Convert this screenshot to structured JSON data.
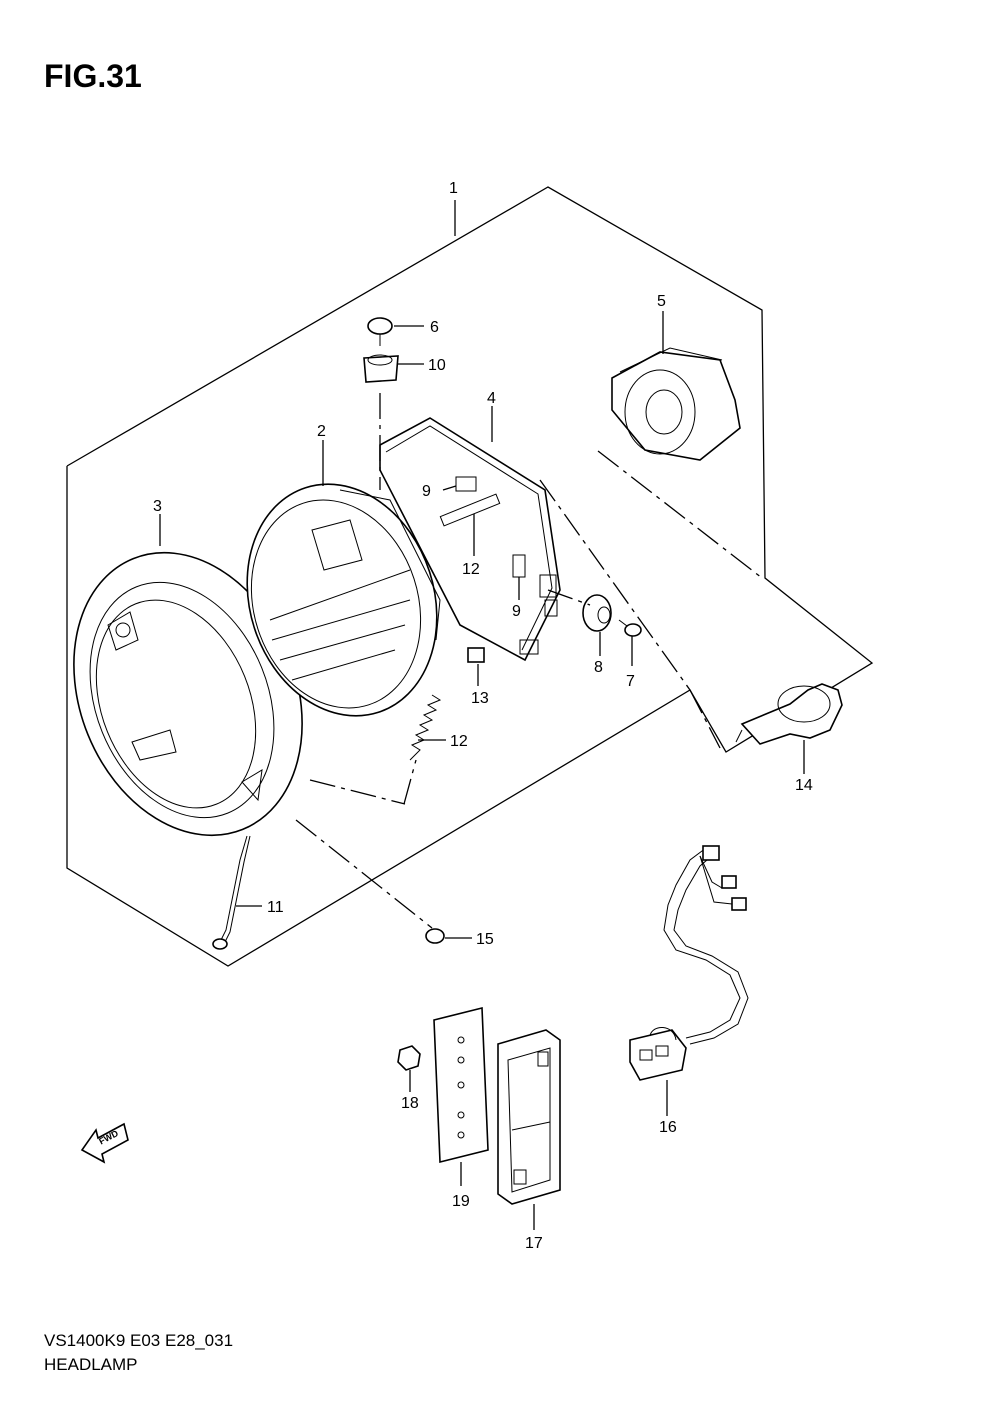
{
  "figure": {
    "title": "FIG.31"
  },
  "footer": {
    "code": "VS1400K9  E03  E28_031",
    "name": "HEADLAMP"
  },
  "fwd_badge": "FWD",
  "callouts": [
    "1",
    "2",
    "3",
    "4",
    "5",
    "6",
    "7",
    "8",
    "9",
    "9",
    "10",
    "11",
    "12",
    "12",
    "13",
    "14",
    "15",
    "16",
    "17",
    "18",
    "19"
  ]
}
